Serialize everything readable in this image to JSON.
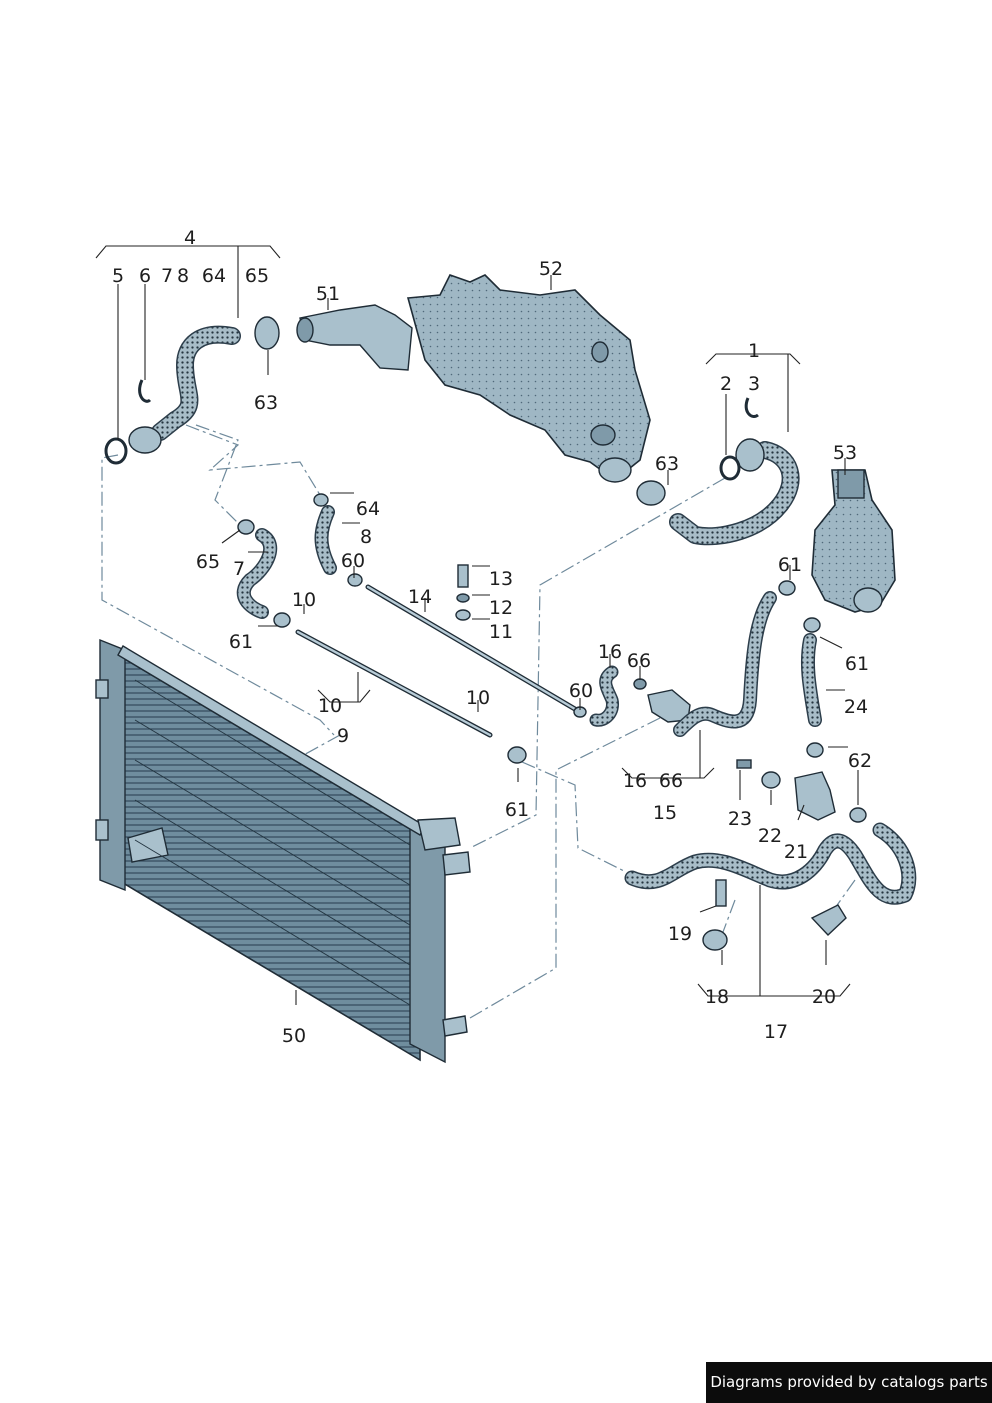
{
  "diagram": {
    "labels": [
      {
        "id": "l1",
        "text": "1"
      },
      {
        "id": "l2",
        "text": "2"
      },
      {
        "id": "l3",
        "text": "3"
      },
      {
        "id": "l4",
        "text": "4"
      },
      {
        "id": "l5",
        "text": "5"
      },
      {
        "id": "l6",
        "text": "6"
      },
      {
        "id": "l7a",
        "text": "7"
      },
      {
        "id": "l8a",
        "text": "8"
      },
      {
        "id": "l64a",
        "text": "64"
      },
      {
        "id": "l65a",
        "text": "65"
      },
      {
        "id": "l51",
        "text": "51"
      },
      {
        "id": "l52",
        "text": "52"
      },
      {
        "id": "l63a",
        "text": "63"
      },
      {
        "id": "l63b",
        "text": "63"
      },
      {
        "id": "l53",
        "text": "53"
      },
      {
        "id": "l64b",
        "text": "64"
      },
      {
        "id": "l8b",
        "text": "8"
      },
      {
        "id": "l65b",
        "text": "65"
      },
      {
        "id": "l7b",
        "text": "7"
      },
      {
        "id": "l60a",
        "text": "60"
      },
      {
        "id": "l13",
        "text": "13"
      },
      {
        "id": "l14",
        "text": "14"
      },
      {
        "id": "l12",
        "text": "12"
      },
      {
        "id": "l11",
        "text": "11"
      },
      {
        "id": "l10a",
        "text": "10"
      },
      {
        "id": "l61a",
        "text": "61"
      },
      {
        "id": "l61b",
        "text": "61"
      },
      {
        "id": "l61c",
        "text": "61"
      },
      {
        "id": "l16a",
        "text": "16"
      },
      {
        "id": "l66a",
        "text": "66"
      },
      {
        "id": "l60b",
        "text": "60"
      },
      {
        "id": "l10b",
        "text": "10"
      },
      {
        "id": "l10c",
        "text": "10"
      },
      {
        "id": "l24",
        "text": "24"
      },
      {
        "id": "l9",
        "text": "9"
      },
      {
        "id": "l62",
        "text": "62"
      },
      {
        "id": "l16b",
        "text": "16"
      },
      {
        "id": "l66b",
        "text": "66"
      },
      {
        "id": "l61d",
        "text": "61"
      },
      {
        "id": "l15",
        "text": "15"
      },
      {
        "id": "l23",
        "text": "23"
      },
      {
        "id": "l22",
        "text": "22"
      },
      {
        "id": "l21",
        "text": "21"
      },
      {
        "id": "l19",
        "text": "19"
      },
      {
        "id": "l18",
        "text": "18"
      },
      {
        "id": "l20",
        "text": "20"
      },
      {
        "id": "l17",
        "text": "17"
      },
      {
        "id": "l50",
        "text": "50"
      }
    ]
  },
  "colors": {
    "line": "#1f2c36",
    "metal": "#a9c0cc",
    "hose": "#2d3e4b",
    "dash": "#6f8a9c"
  },
  "footer": {
    "watermark": "Diagrams provided by catalogs parts"
  }
}
